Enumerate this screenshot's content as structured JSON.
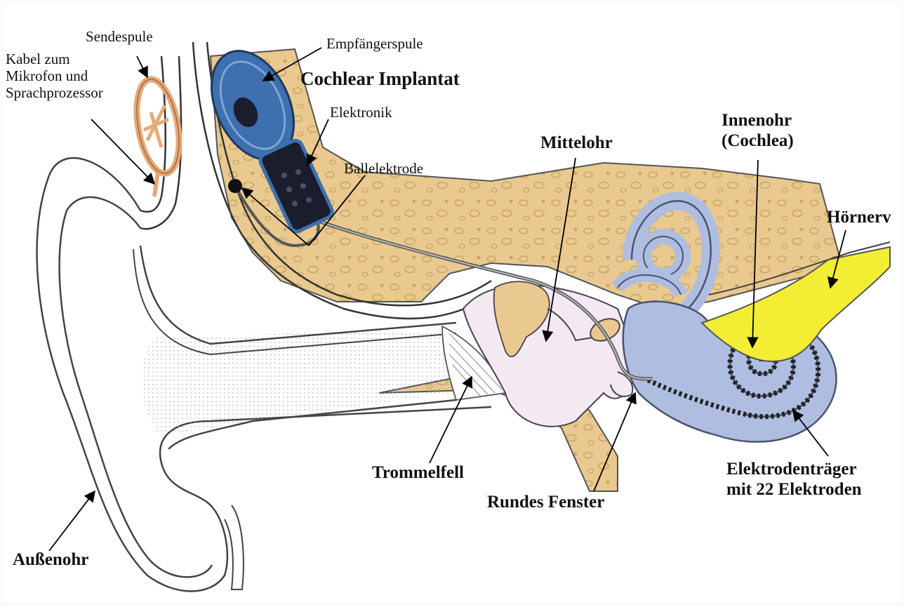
{
  "diagram": {
    "title": "Cochlear Implantat",
    "labels": {
      "sendespule": "Sendespule",
      "kabel": [
        "Kabel zum",
        "Mikrofon und",
        "Sprachprozessor"
      ],
      "empfaengerspule": "Empfängerspule",
      "elektronik": "Elektronik",
      "ballelektrode": "Ballelektrode",
      "mittelohr": "Mittelohr",
      "innenohr": [
        "Innenohr",
        "(Cochlea)"
      ],
      "hoernerv": "Hörnerv",
      "trommelfell": "Trommelfell",
      "rundes_fenster": "Rundes Fenster",
      "elektrodentraeger": [
        "Elektrodenträger",
        "mit 22 Elektroden"
      ],
      "aussenohr": "Außenohr"
    },
    "colors": {
      "bone": "#e9c98f",
      "bone_spots": "#c9a566",
      "skin": "#f3cfa0",
      "cochlea": "#aebde0",
      "cochlea_dark": "#7d8fc4",
      "nerve": "#f3ee33",
      "implant_blue": "#3e6fae",
      "implant_dark": "#1a1d2c",
      "middle_ear": "#f4e8f2",
      "outline": "#333333"
    }
  }
}
